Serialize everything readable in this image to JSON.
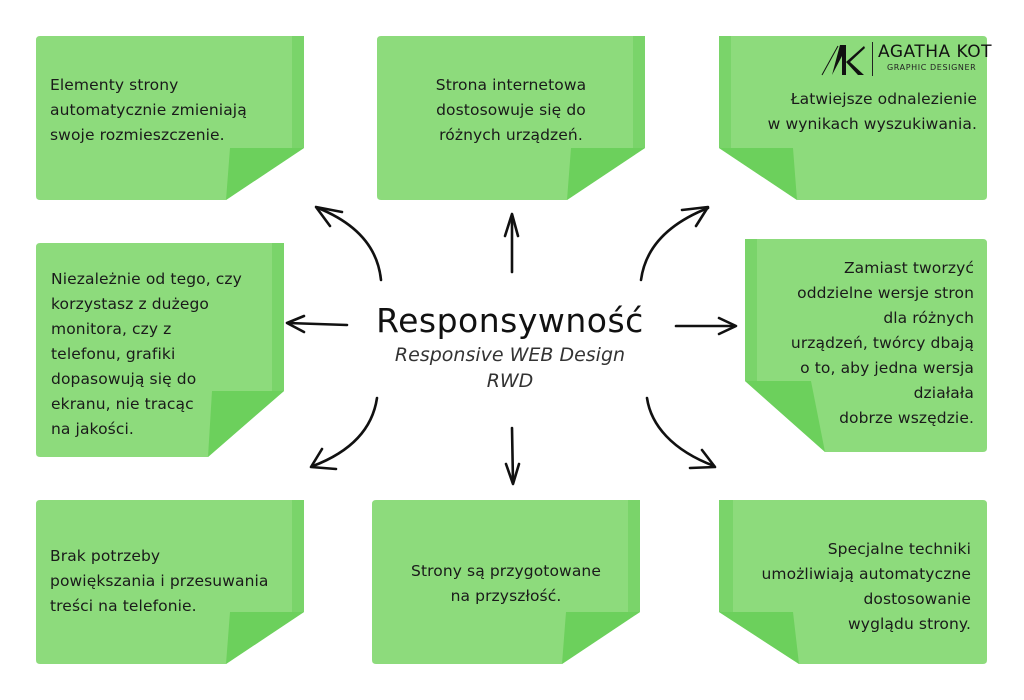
{
  "colors": {
    "note_fill": "#8ddb7c",
    "note_fold": "#6cd05c",
    "note_edge": "#7ad46a",
    "arrow": "#111111"
  },
  "center": {
    "title": "Responsywność",
    "subtitle_line1": "Responsive WEB Design",
    "subtitle_line2": "RWD"
  },
  "logo": {
    "mark": "AK",
    "name": "AGATHA KOT",
    "tagline": "GRAPHIC DESIGNER"
  },
  "notes": [
    {
      "id": "top-left",
      "text": "Elementy strony\nautomatycznie zmieniają\nswoje rozmieszczenie."
    },
    {
      "id": "top-center",
      "text": "Strona internetowa\ndostosowuje się do\nróżnych urządzeń."
    },
    {
      "id": "top-right",
      "text": "Łatwiejsze odnalezienie\nw wynikach wyszukiwania."
    },
    {
      "id": "middle-left",
      "text": "Niezależnie od tego, czy\nkorzystasz z dużego\nmonitora, czy z\ntelefonu, grafiki\ndopasowują się do\nekranu, nie tracąc\nna jakości."
    },
    {
      "id": "middle-right",
      "text": "Zamiast tworzyć\noddzielne wersje stron\ndla różnych\nurządzeń, twórcy dbają\no to, aby jedna wersja\ndziałała\ndobrze wszędzie."
    },
    {
      "id": "bottom-left",
      "text": "Brak potrzeby\npowiększania i przesuwania\ntreści na telefonie."
    },
    {
      "id": "bottom-center",
      "text": "Strony są przygotowane\nna przyszłość."
    },
    {
      "id": "bottom-right",
      "text": "Specjalne techniki\numożliwiają automatyczne\ndostosowanie\nwyglądu strony."
    }
  ]
}
